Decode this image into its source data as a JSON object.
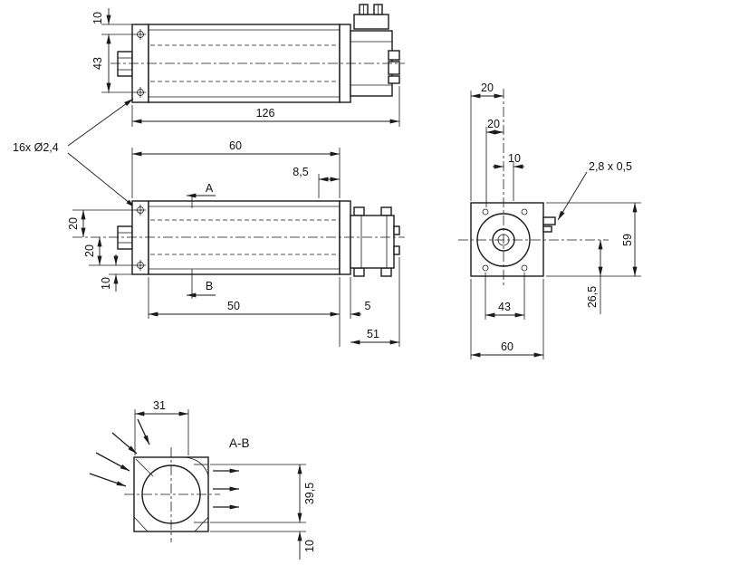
{
  "labels": {
    "holes_callout": "16x Ø2,4",
    "terminal_callout": "2,8 x 0,5",
    "section_title": "A-B",
    "section_cut_a": "A",
    "section_cut_b": "B"
  },
  "top_view": {
    "dim_10": "10",
    "dim_43": "43",
    "dim_126": "126"
  },
  "front_view": {
    "dim_60": "60",
    "dim_8_5": "8,5",
    "dim_20_upper": "20",
    "dim_20_lower": "20",
    "dim_10": "10",
    "dim_50": "50",
    "dim_5": "5",
    "dim_51": "51"
  },
  "side_view": {
    "dim_20_outer": "20",
    "dim_20_inner": "20",
    "dim_10": "10",
    "dim_59": "59",
    "dim_26_5": "26,5",
    "dim_43": "43",
    "dim_60": "60"
  },
  "section_view": {
    "dim_31": "31",
    "dim_39_5": "39,5",
    "dim_10": "10"
  },
  "colors": {
    "line": "#1a1a1a",
    "background": "#ffffff"
  }
}
